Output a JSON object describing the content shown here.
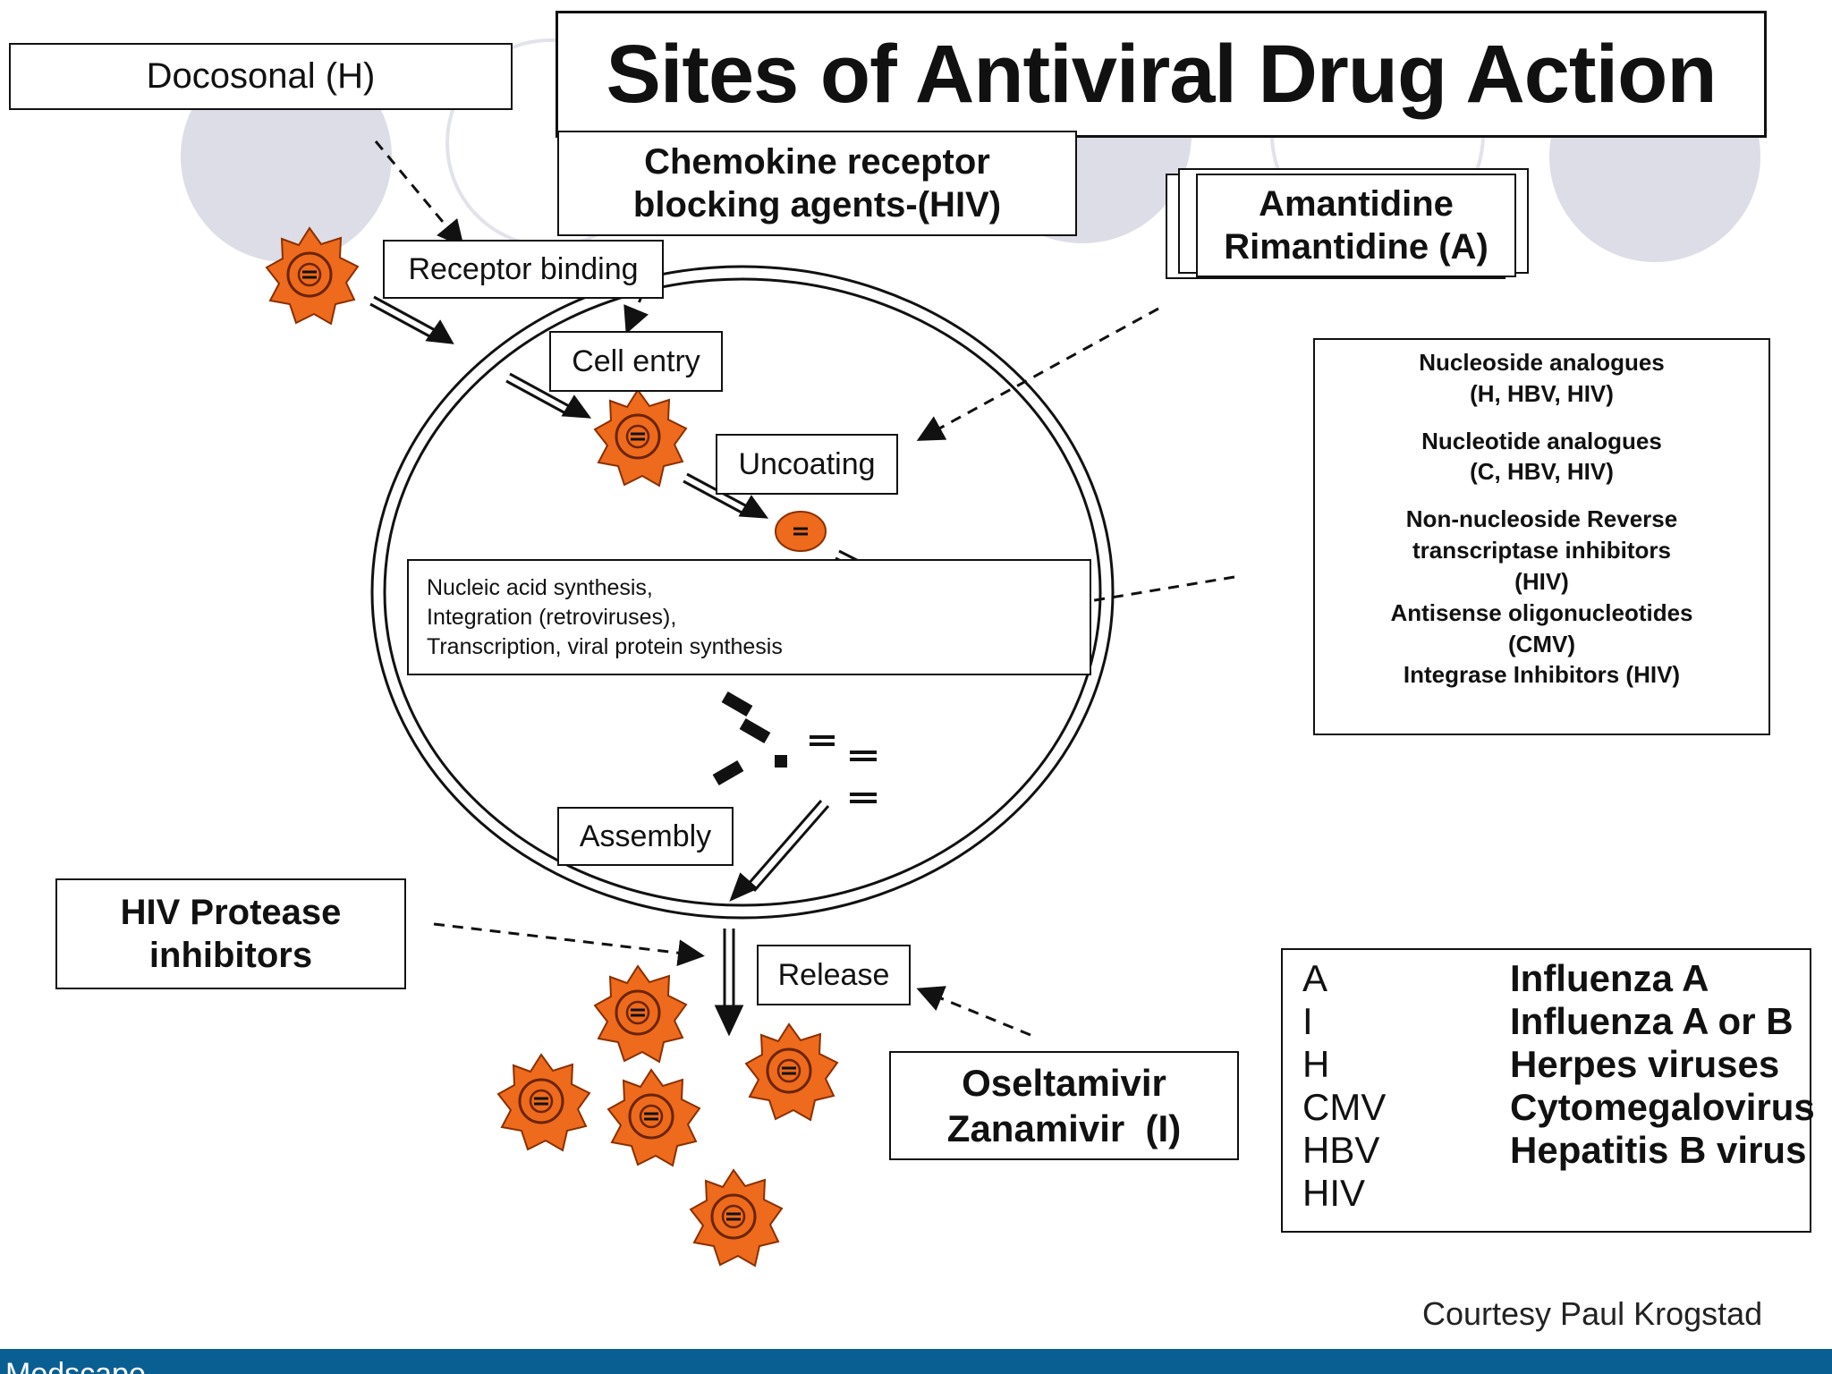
{
  "title": "Sites of Antiviral Drug Action",
  "drug_boxes": {
    "docosonal": "Docosonal (H)",
    "chemokine": [
      "Chemokine receptor",
      "blocking agents-(HIV)"
    ],
    "amantidine": [
      "Amantidine",
      "Rimantidine (A)"
    ],
    "protease": [
      "HIV Protease",
      "inhibitors"
    ],
    "oseltamivir": [
      "Oseltamivir",
      "Zanamivir  (I)"
    ]
  },
  "steps": {
    "receptor_binding": "Receptor binding",
    "cell_entry": "Cell entry",
    "uncoating": "Uncoating",
    "synthesis": [
      "Nucleic acid synthesis,",
      "Integration (retroviruses),",
      "Transcription, viral protein synthesis"
    ],
    "assembly": "Assembly",
    "release": "Release"
  },
  "nucleoside_box": {
    "groups": [
      [
        "Nucleoside analogues",
        "(H, HBV, HIV)"
      ],
      [
        "Nucleotide analogues",
        "(C, HBV, HIV)"
      ],
      [
        "Non-nucleoside Reverse",
        "transcriptase inhibitors",
        "(HIV)"
      ],
      [
        "Antisense oligonucleotides",
        "(CMV)",
        "Integrase Inhibitors (HIV)"
      ]
    ]
  },
  "legend": [
    {
      "abbr": "A",
      "full": "Influenza A"
    },
    {
      "abbr": "I",
      "full": "Influenza A or B"
    },
    {
      "abbr": "H",
      "full": "Herpes viruses"
    },
    {
      "abbr": "CMV",
      "full": "Cytomegalovirus"
    },
    {
      "abbr": "HBV",
      "full": "Hepatitis B virus"
    },
    {
      "abbr": "HIV",
      "full": ""
    }
  ],
  "credit": "Courtesy Paul Krogstad",
  "footer_brand": "Medscape",
  "colors": {
    "virus_fill": "#ee6a1c",
    "virus_outline": "#8a3000",
    "background_circles": "#dcdde6",
    "footer_bar": "#0a5f92"
  }
}
